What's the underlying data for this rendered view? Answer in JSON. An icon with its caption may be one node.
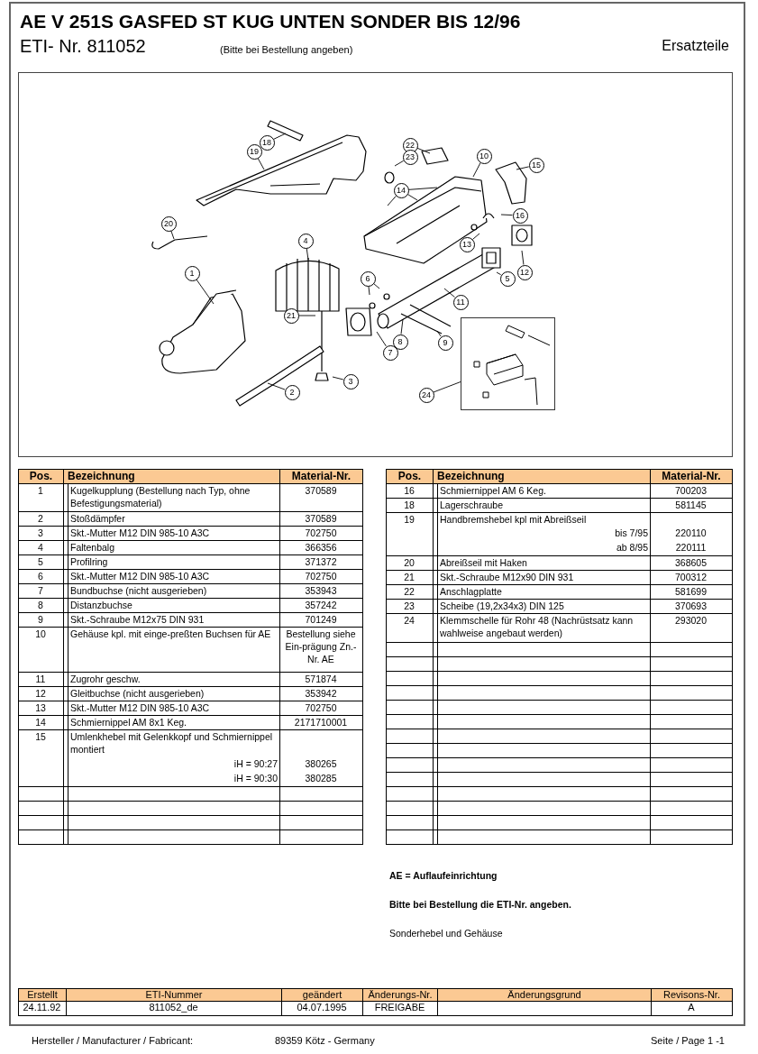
{
  "diagram": {
    "title": "AE V 251S GASFED ST KUG UNTEN SONDER BIS 12/96",
    "nodes": [
      {
        "text": [
          "18"
        ]
      },
      {
        "text": [
          "19"
        ]
      },
      {
        "text": [
          "22"
        ]
      },
      {
        "text": [
          "23"
        ]
      },
      {
        "text": [
          "10"
        ]
      },
      {
        "text": [
          "15"
        ]
      },
      {
        "text": [
          "14"
        ]
      },
      {
        "text": [
          "16"
        ]
      },
      {
        "text": [
          "20"
        ]
      },
      {
        "text": [
          "13"
        ]
      },
      {
        "text": [
          "4"
        ]
      },
      {
        "text": [
          "12"
        ]
      },
      {
        "text": [
          "5"
        ]
      },
      {
        "text": [
          "1"
        ]
      },
      {
        "text": [
          "6"
        ]
      },
      {
        "text": [
          "11"
        ]
      },
      {
        "text": [
          "21"
        ]
      },
      {
        "text": [
          "8"
        ]
      },
      {
        "text": [
          "9"
        ]
      },
      {
        "text": [
          "7"
        ]
      },
      {
        "text": [
          "3"
        ]
      },
      {
        "text": [
          "2"
        ]
      },
      {
        "text": [
          "24"
        ]
      },
      {
        "text": [],
        "shape": "box"
      }
    ],
    "edges": [
      {
        "from": 0,
        "to": null,
        "arrow": "none"
      },
      {
        "from": 1,
        "to": null,
        "arrow": "none"
      },
      {
        "from": 2,
        "to": null,
        "arrow": "none"
      },
      {
        "from": 3,
        "to": null,
        "arrow": "none"
      },
      {
        "from": 4,
        "to": null,
        "arrow": "none"
      },
      {
        "from": 5,
        "to": null,
        "arrow": "none"
      },
      {
        "from": 6,
        "to": null,
        "arrow": "none"
      },
      {
        "from": 6,
        "to": null,
        "arrow": "none"
      },
      {
        "from": 6,
        "to": null,
        "arrow": "none"
      },
      {
        "from": 7,
        "to": null,
        "arrow": "none"
      },
      {
        "from": 8,
        "to": null,
        "arrow": "none"
      },
      {
        "from": 9,
        "to": null,
        "arrow": "none"
      },
      {
        "from": 10,
        "to": null,
        "arrow": "none"
      },
      {
        "from": 11,
        "to": null,
        "arrow": "none"
      },
      {
        "from": 12,
        "to": null,
        "arrow": "none"
      },
      {
        "from": 13,
        "to": null,
        "arrow": "none"
      },
      {
        "from": 14,
        "to": null,
        "arrow": "none"
      },
      {
        "from": 14,
        "to": null,
        "arrow": "none"
      },
      {
        "from": 15,
        "to": null,
        "arrow": "none"
      },
      {
        "from": 16,
        "to": null,
        "arrow": "none"
      },
      {
        "from": 17,
        "to": null,
        "arrow": "none"
      },
      {
        "from": 18,
        "to": null,
        "arrow": "none"
      },
      {
        "from": 19,
        "to": null,
        "arrow": "none"
      },
      {
        "from": 20,
        "to": null,
        "arrow": "none"
      },
      {
        "from": 21,
        "to": null,
        "arrow": "none"
      },
      {
        "from": 22,
        "to": 23,
        "arrow": "none"
      }
    ],
    "labels": [
      "ETI- Nr. 811052",
      "(Bitte bei Bestellung angeben)",
      "Ersatzteile",
      "Pos.",
      "Bezeichnung",
      "Material-Nr.",
      "1",
      "Kugelkupplung (Bestellung nach Typ, ohne Befestigungsmaterial)",
      "370589",
      "2",
      "Stoßdämpfer",
      "370589",
      "3",
      "Skt.-Mutter M12 DIN 985-10 A3C",
      "702750",
      "4",
      "Faltenbalg",
      "366356",
      "5",
      "Profilring",
      "371372",
      "6",
      "Skt.-Mutter M12 DIN 985-10 A3C",
      "702750",
      "7",
      "Bundbuchse (nicht ausgerieben)",
      "353943",
      "8",
      "Distanzbuchse",
      "357242",
      "9",
      "Skt.-Schraube M12x75 DIN 931",
      "701249",
      "10",
      "Gehäuse kpl. mit einge-preßten Buchsen für AE",
      "Bestellung siehe Ein-prägung Zn.-Nr. AE",
      "11",
      "Zugrohr geschw.",
      "571874",
      "12",
      "Gleitbuchse (nicht ausgerieben)",
      "353942",
      "13",
      "Skt.-Mutter M12 DIN 985-10 A3C",
      "702750",
      "14",
      "Schmiernippel AM 8x1 Keg.",
      "2171710001",
      "15",
      "Umlenkhebel mit Gelenkkopf und Schmiernippel montiert",
      "iH = 90:27",
      "380265",
      "iH = 90:30",
      "380285",
      "Pos.",
      "Bezeichnung",
      "Material-Nr.",
      "16",
      "Schmiernippel AM 6 Keg.",
      "700203",
      "18",
      "Lagerschraube",
      "581145",
      "19",
      "Handbremshebel kpl mit Abreißseil",
      "bis 7/95",
      "220110",
      "ab 8/95",
      "220111",
      "20",
      "Abreißseil mit Haken",
      "368605",
      "21",
      "Skt.-Schraube M12x90 DIN 931",
      "700312",
      "22",
      "Anschlagplatte",
      "581699",
      "23",
      "Scheibe (19,2x34x3) DIN 125",
      "370693",
      "24",
      "Klemmschelle für Rohr 48 (Nachrüstsatz kann wahlweise angebaut werden)",
      "293020",
      "AE = Auflaufeinrichtung",
      "Bitte bei Bestellung die ETI-Nr. angeben.",
      "Sonderhebel und Gehäuse",
      "Erstellt",
      "ETI-Nummer",
      "geändert",
      "Änderungs-Nr.",
      "Änderungsgrund",
      "Revisons-Nr.",
      "24.11.92",
      "811052_de",
      "04.07.1995",
      "FREIGABE",
      "A",
      "Hersteller / Manufacturer / Fabricant:",
      "89359 Kötz - Germany",
      "Seite / Page 1 -1"
    ]
  }
}
